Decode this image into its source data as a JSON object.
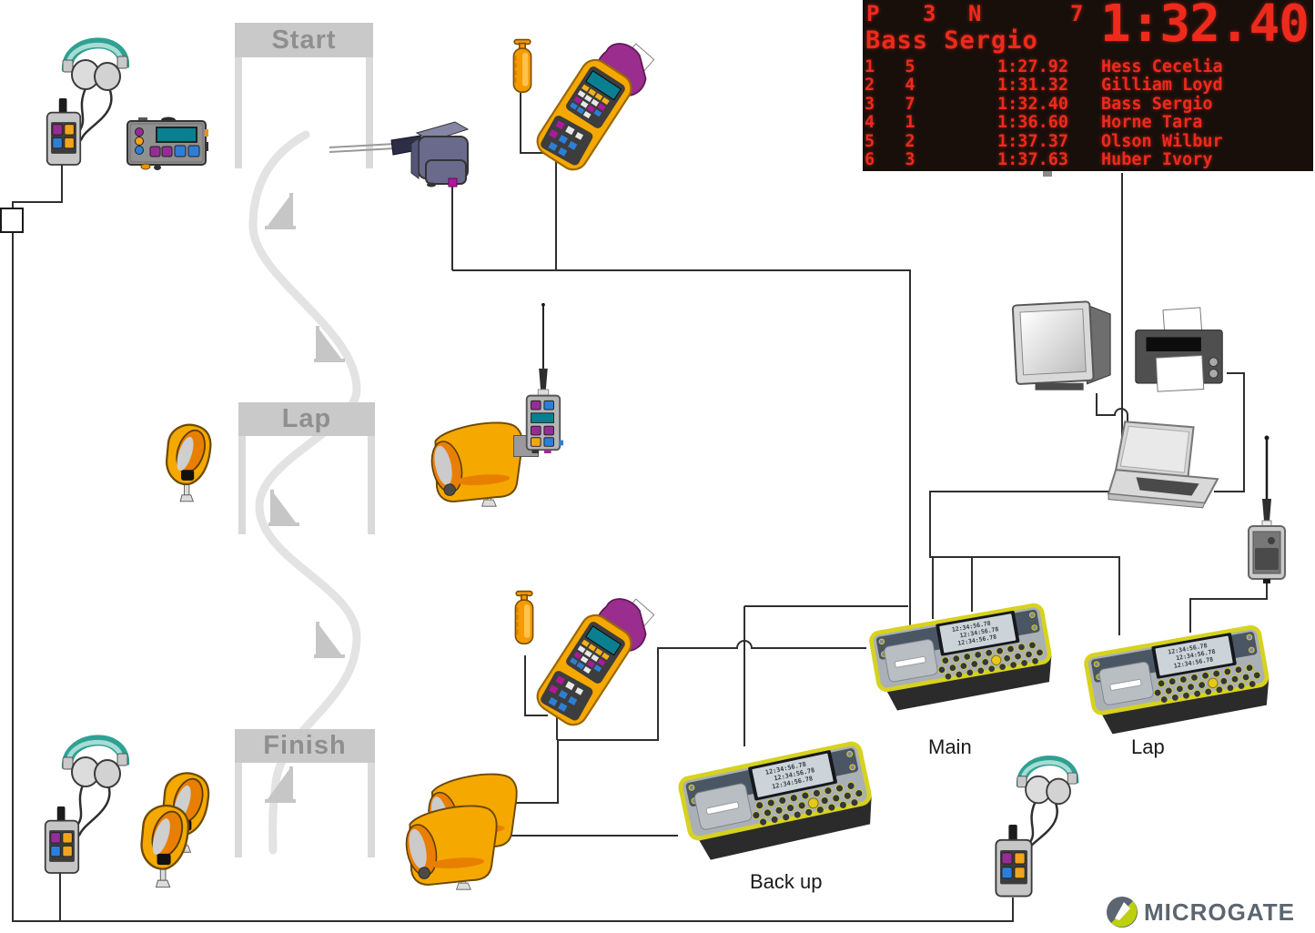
{
  "scoreboard": {
    "field1_label": "P",
    "field1_value": "3",
    "field2_label": "N",
    "field2_value": "7",
    "main_time": "1:32.40",
    "athlete_name": "Bass Sergio",
    "results": [
      {
        "rank": "1",
        "bib": "5",
        "time": "1:27.92",
        "name": "Hess Cecelia"
      },
      {
        "rank": "2",
        "bib": "4",
        "time": "1:31.32",
        "name": "Gilliam Loyd"
      },
      {
        "rank": "3",
        "bib": "7",
        "time": "1:32.40",
        "name": "Bass Sergio"
      },
      {
        "rank": "4",
        "bib": "1",
        "time": "1:36.60",
        "name": "Horne Tara"
      },
      {
        "rank": "5",
        "bib": "2",
        "time": "1:37.37",
        "name": "Olson Wilbur"
      },
      {
        "rank": "6",
        "bib": "3",
        "time": "1:37.63",
        "name": "Huber Ivory"
      }
    ]
  },
  "banners": {
    "start": "Start",
    "lap": "Lap",
    "finish": "Finish"
  },
  "labels": {
    "main_console": "Main",
    "lap_console": "Lap",
    "backup_console": "Back up"
  },
  "consoles": {
    "screen_time": "12:34:56.78"
  },
  "brand": {
    "name": "MICROGATE"
  },
  "colors": {
    "led_red": "#ee2a1c",
    "board_bg": "#180f0b",
    "photocell_orange": "#f5a800",
    "device_purple": "#9b2d8e",
    "console_yellow": "#d6d21f",
    "headset_teal": "#2fa193",
    "brand_gray": "#5b6670",
    "brand_lime": "#bcd00f",
    "banner_gray": "#c9c9c9",
    "wire": "#2f2f2f"
  }
}
